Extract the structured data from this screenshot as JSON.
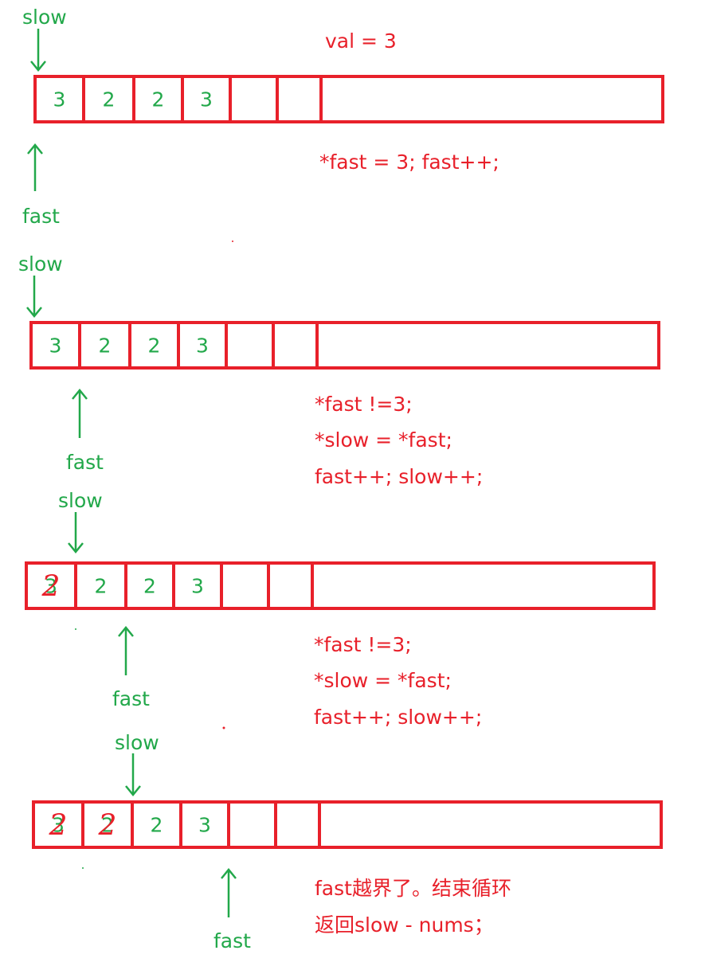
{
  "header": {
    "val_text": "val = 3"
  },
  "pointers": {
    "slow": "slow",
    "fast": "fast"
  },
  "rows": [
    {
      "cells": [
        "3",
        "2",
        "2",
        "3",
        "",
        ""
      ],
      "overwritten": [
        null,
        null,
        null,
        null,
        null,
        null
      ],
      "notes": [
        "*fast = 3; fast++;"
      ]
    },
    {
      "cells": [
        "3",
        "2",
        "2",
        "3",
        "",
        ""
      ],
      "overwritten": [
        null,
        null,
        null,
        null,
        null,
        null
      ],
      "notes": [
        "*fast !=3;",
        "*slow = *fast;",
        "fast++; slow++;"
      ]
    },
    {
      "cells": [
        "3",
        "2",
        "2",
        "3",
        "",
        ""
      ],
      "overwritten": [
        "2",
        null,
        null,
        null,
        null,
        null
      ],
      "notes": [
        "*fast !=3;",
        "*slow = *fast;",
        "fast++; slow++;"
      ]
    },
    {
      "cells": [
        "3",
        "2",
        "2",
        "3",
        "",
        ""
      ],
      "overwritten": [
        "2",
        "2",
        null,
        null,
        null,
        null
      ],
      "notes": [
        "fast越界了。结束循环",
        "返回slow - nums；"
      ]
    }
  ],
  "colors": {
    "red": "#e8202a",
    "green": "#22a84a"
  }
}
